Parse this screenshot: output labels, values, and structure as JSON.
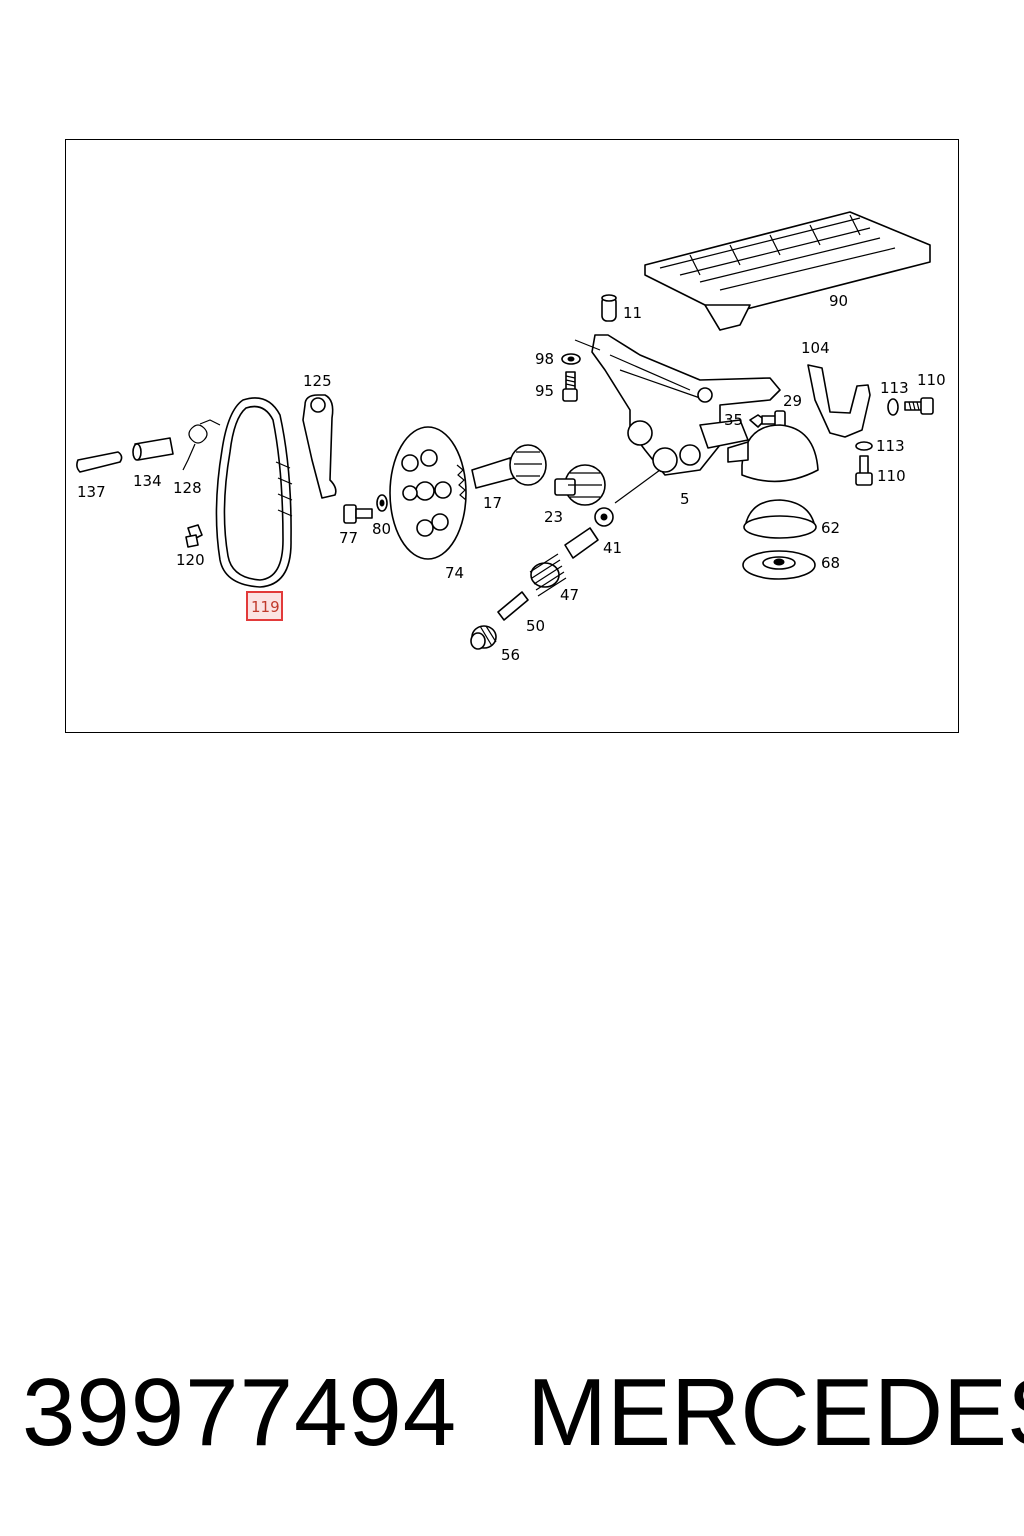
{
  "diagram": {
    "highlighted_callout": "119",
    "highlight_color": "#e23a3a",
    "callouts": {
      "c90": "90",
      "c11": "11",
      "c98": "98",
      "c95": "95",
      "c104": "104",
      "c113a": "113",
      "c110a": "110",
      "c35": "35",
      "c29": "29",
      "c113b": "113",
      "c110b": "110",
      "c125": "125",
      "c137": "137",
      "c134": "134",
      "c128": "128",
      "c120": "120",
      "c119": "119",
      "c77": "77",
      "c80": "80",
      "c74": "74",
      "c17": "17",
      "c23": "23",
      "c5": "5",
      "c41": "41",
      "c62": "62",
      "c68": "68",
      "c47": "47",
      "c50": "50",
      "c56": "56"
    }
  },
  "footer": {
    "part_number": "39977494",
    "brand": "MERCEDES"
  }
}
